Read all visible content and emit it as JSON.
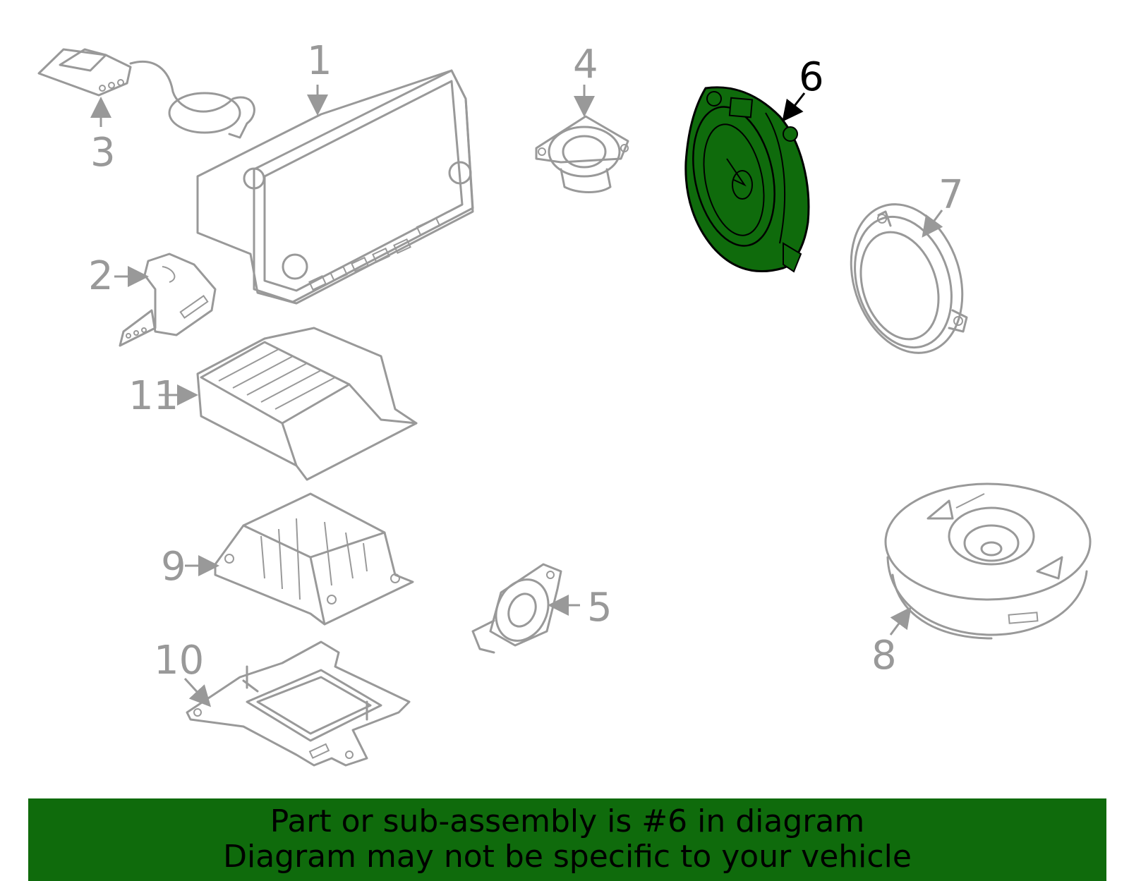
{
  "diagram": {
    "callouts": [
      "1",
      "2",
      "3",
      "4",
      "5",
      "6",
      "7",
      "8",
      "9",
      "10",
      "11"
    ],
    "highlighted_callout": "6",
    "colors": {
      "part_stroke": "#999999",
      "highlight_fill": "#0f6b0c",
      "highlight_stroke": "#000000",
      "banner_bg": "#0f6b0c"
    }
  },
  "banner": {
    "line1": "Part or sub-assembly is #6 in diagram",
    "line2": "Diagram may not be specific to your vehicle"
  }
}
